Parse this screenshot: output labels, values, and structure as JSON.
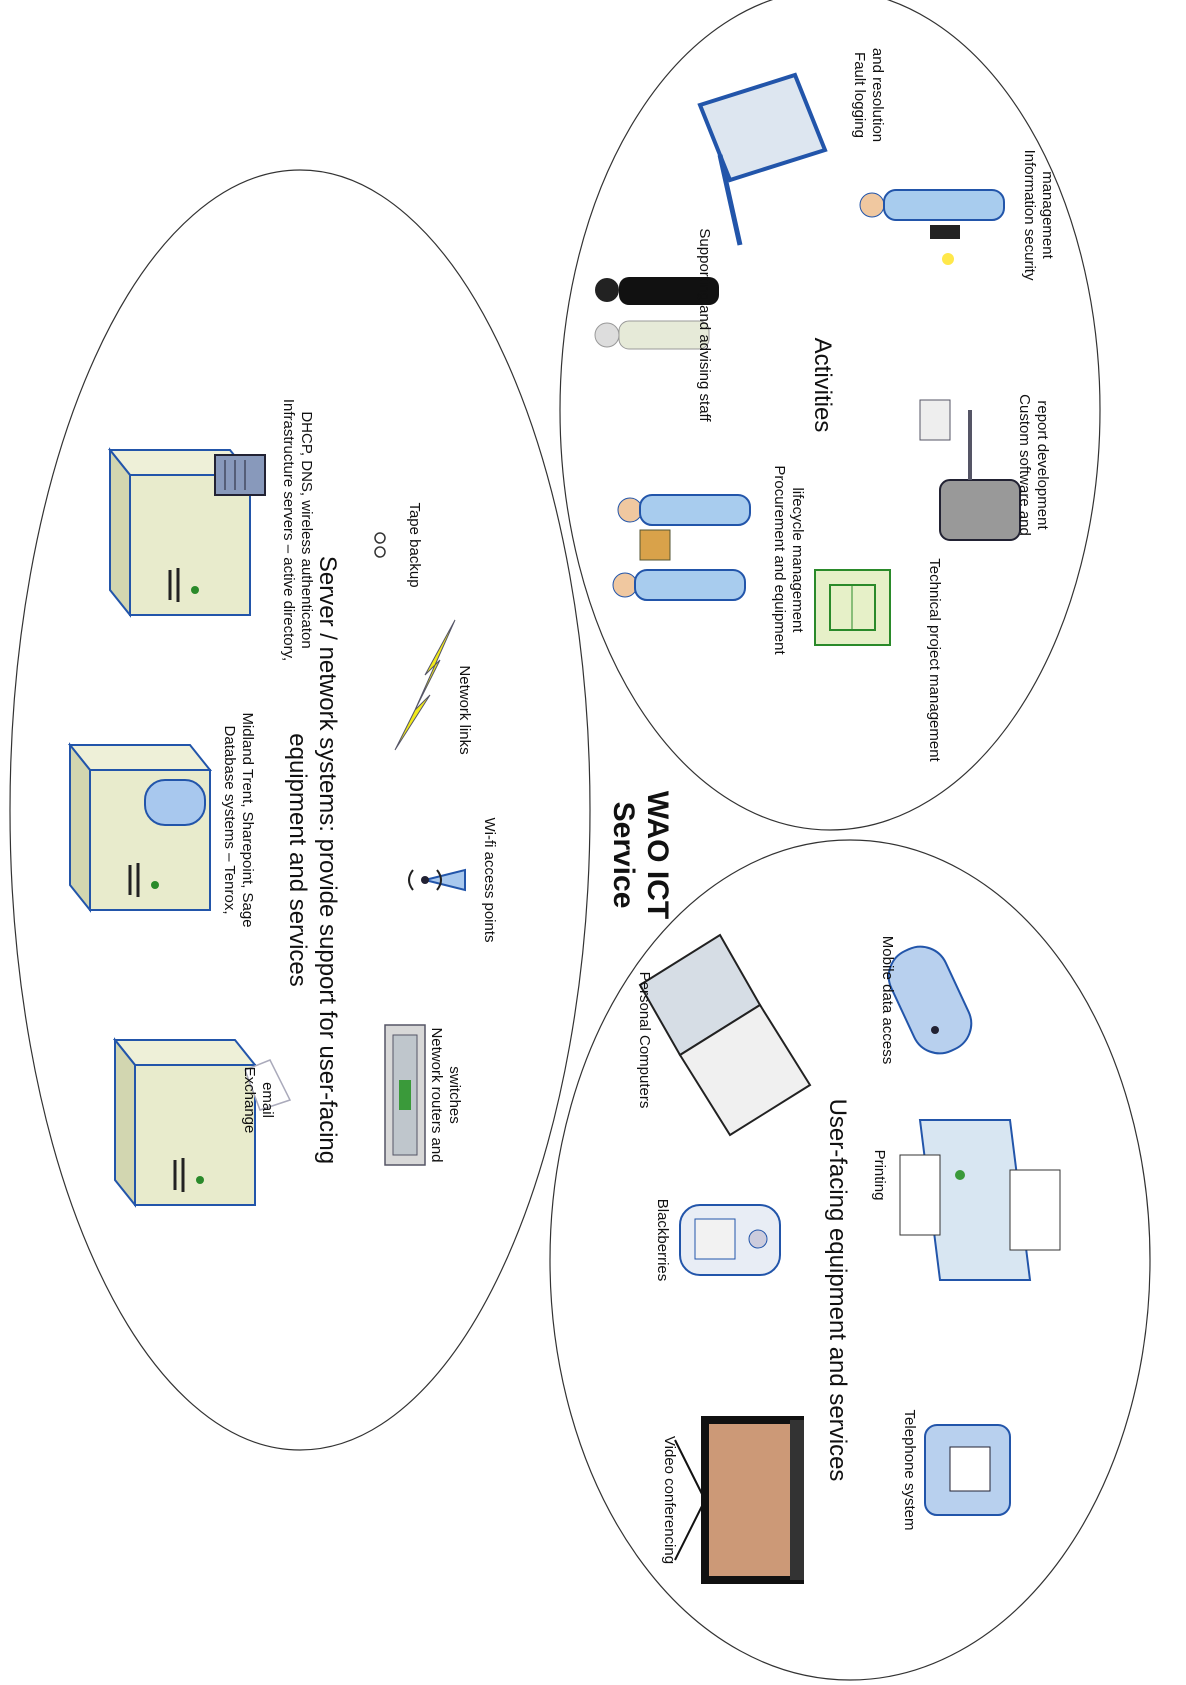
{
  "title": {
    "line1": "WAO ICT",
    "line2": "Service"
  },
  "server_group": {
    "heading_line1": "Server / network systems: provide support for user-facing",
    "heading_line2": "equipment and services",
    "items": {
      "exchange": {
        "line1": "Exchange",
        "line2": "email"
      },
      "database": {
        "line1": "Database systems – Tenrox,",
        "line2": "Midland Trent, Sharepoint, Sage"
      },
      "infrastructure": {
        "line1": "Infrastructure servers – active directory,",
        "line2": "DHCP, DNS, wireless authenticaton"
      },
      "routers": {
        "line1": "Network routers and",
        "line2": "switches"
      },
      "wifi": {
        "line1": "Wi-fi access points"
      },
      "links": {
        "line1": "Network links"
      },
      "tape": {
        "line1": "Tape backup"
      }
    }
  },
  "user_group": {
    "heading": "User-facing equipment and services",
    "items": {
      "video": {
        "line1": "Video conferencing"
      },
      "blackberries": {
        "line1": "Blackberries"
      },
      "pcs": {
        "line1": "Personal Computers"
      },
      "telephone": {
        "line1": "Telephone system"
      },
      "printing": {
        "line1": "Printing"
      },
      "mobile": {
        "line1": "Mobile data access"
      }
    }
  },
  "activities_group": {
    "heading": "Activities",
    "items": {
      "procurement": {
        "line1": "Procurement and equipment",
        "line2": "lifecycle management"
      },
      "supporting": {
        "line1": "Supporting and advising staff"
      },
      "fault": {
        "line1": "Fault logging",
        "line2": "and resolution"
      },
      "technical": {
        "line1": "Technical project management"
      },
      "custom": {
        "line1": "Custom software and",
        "line2": "report development"
      },
      "security": {
        "line1": "Information security",
        "line2": "management"
      }
    }
  }
}
